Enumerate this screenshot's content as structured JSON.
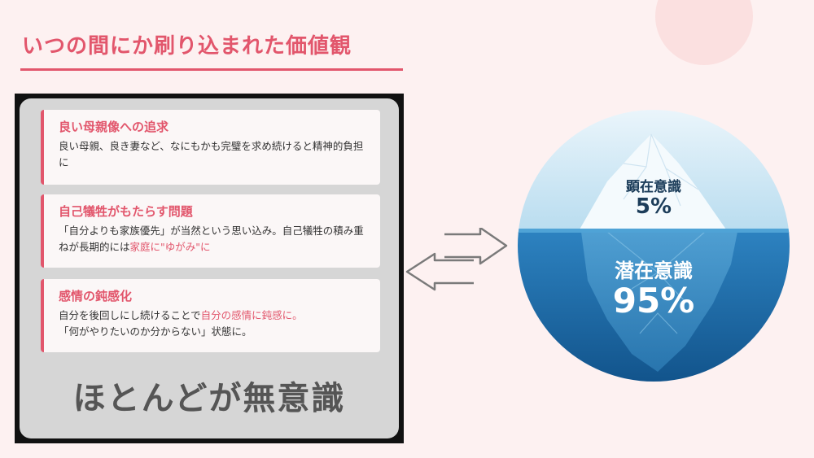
{
  "title": "いつの間にか刷り込まれた価値観",
  "cards": [
    {
      "title": "良い母親像への追求",
      "body_parts": [
        "良い母親、良き妻など、なにもかも完璧を求め続けると精神的負担に"
      ]
    },
    {
      "title": "自己犠牲がもたらす問題",
      "body_parts": [
        "「自分よりも家族優先」が当然という思い込み。自己犠牲の積み重 ねが長期的には",
        "家庭に\"ゆがみ\"に"
      ]
    },
    {
      "title": "感情の鈍感化",
      "body_parts": [
        "自分を後回しにし続けることで",
        "自分の感情に鈍感に。",
        "「何がやりたいのか分からない」状態に。"
      ]
    }
  ],
  "bottom_text": "ほとんどが無意識",
  "iceberg": {
    "top_label": "顕在意識",
    "top_value": "5%",
    "bottom_label": "潜在意識",
    "bottom_value": "95%",
    "top_share": 0.05,
    "bottom_share": 0.95
  },
  "colors": {
    "accent": "#e2566c",
    "background": "#fdf1f1",
    "water_deep": "#1e6aa8",
    "sky": "#bfe0f2"
  },
  "icons": [
    "double-arrow-icon",
    "iceberg-illustration"
  ]
}
